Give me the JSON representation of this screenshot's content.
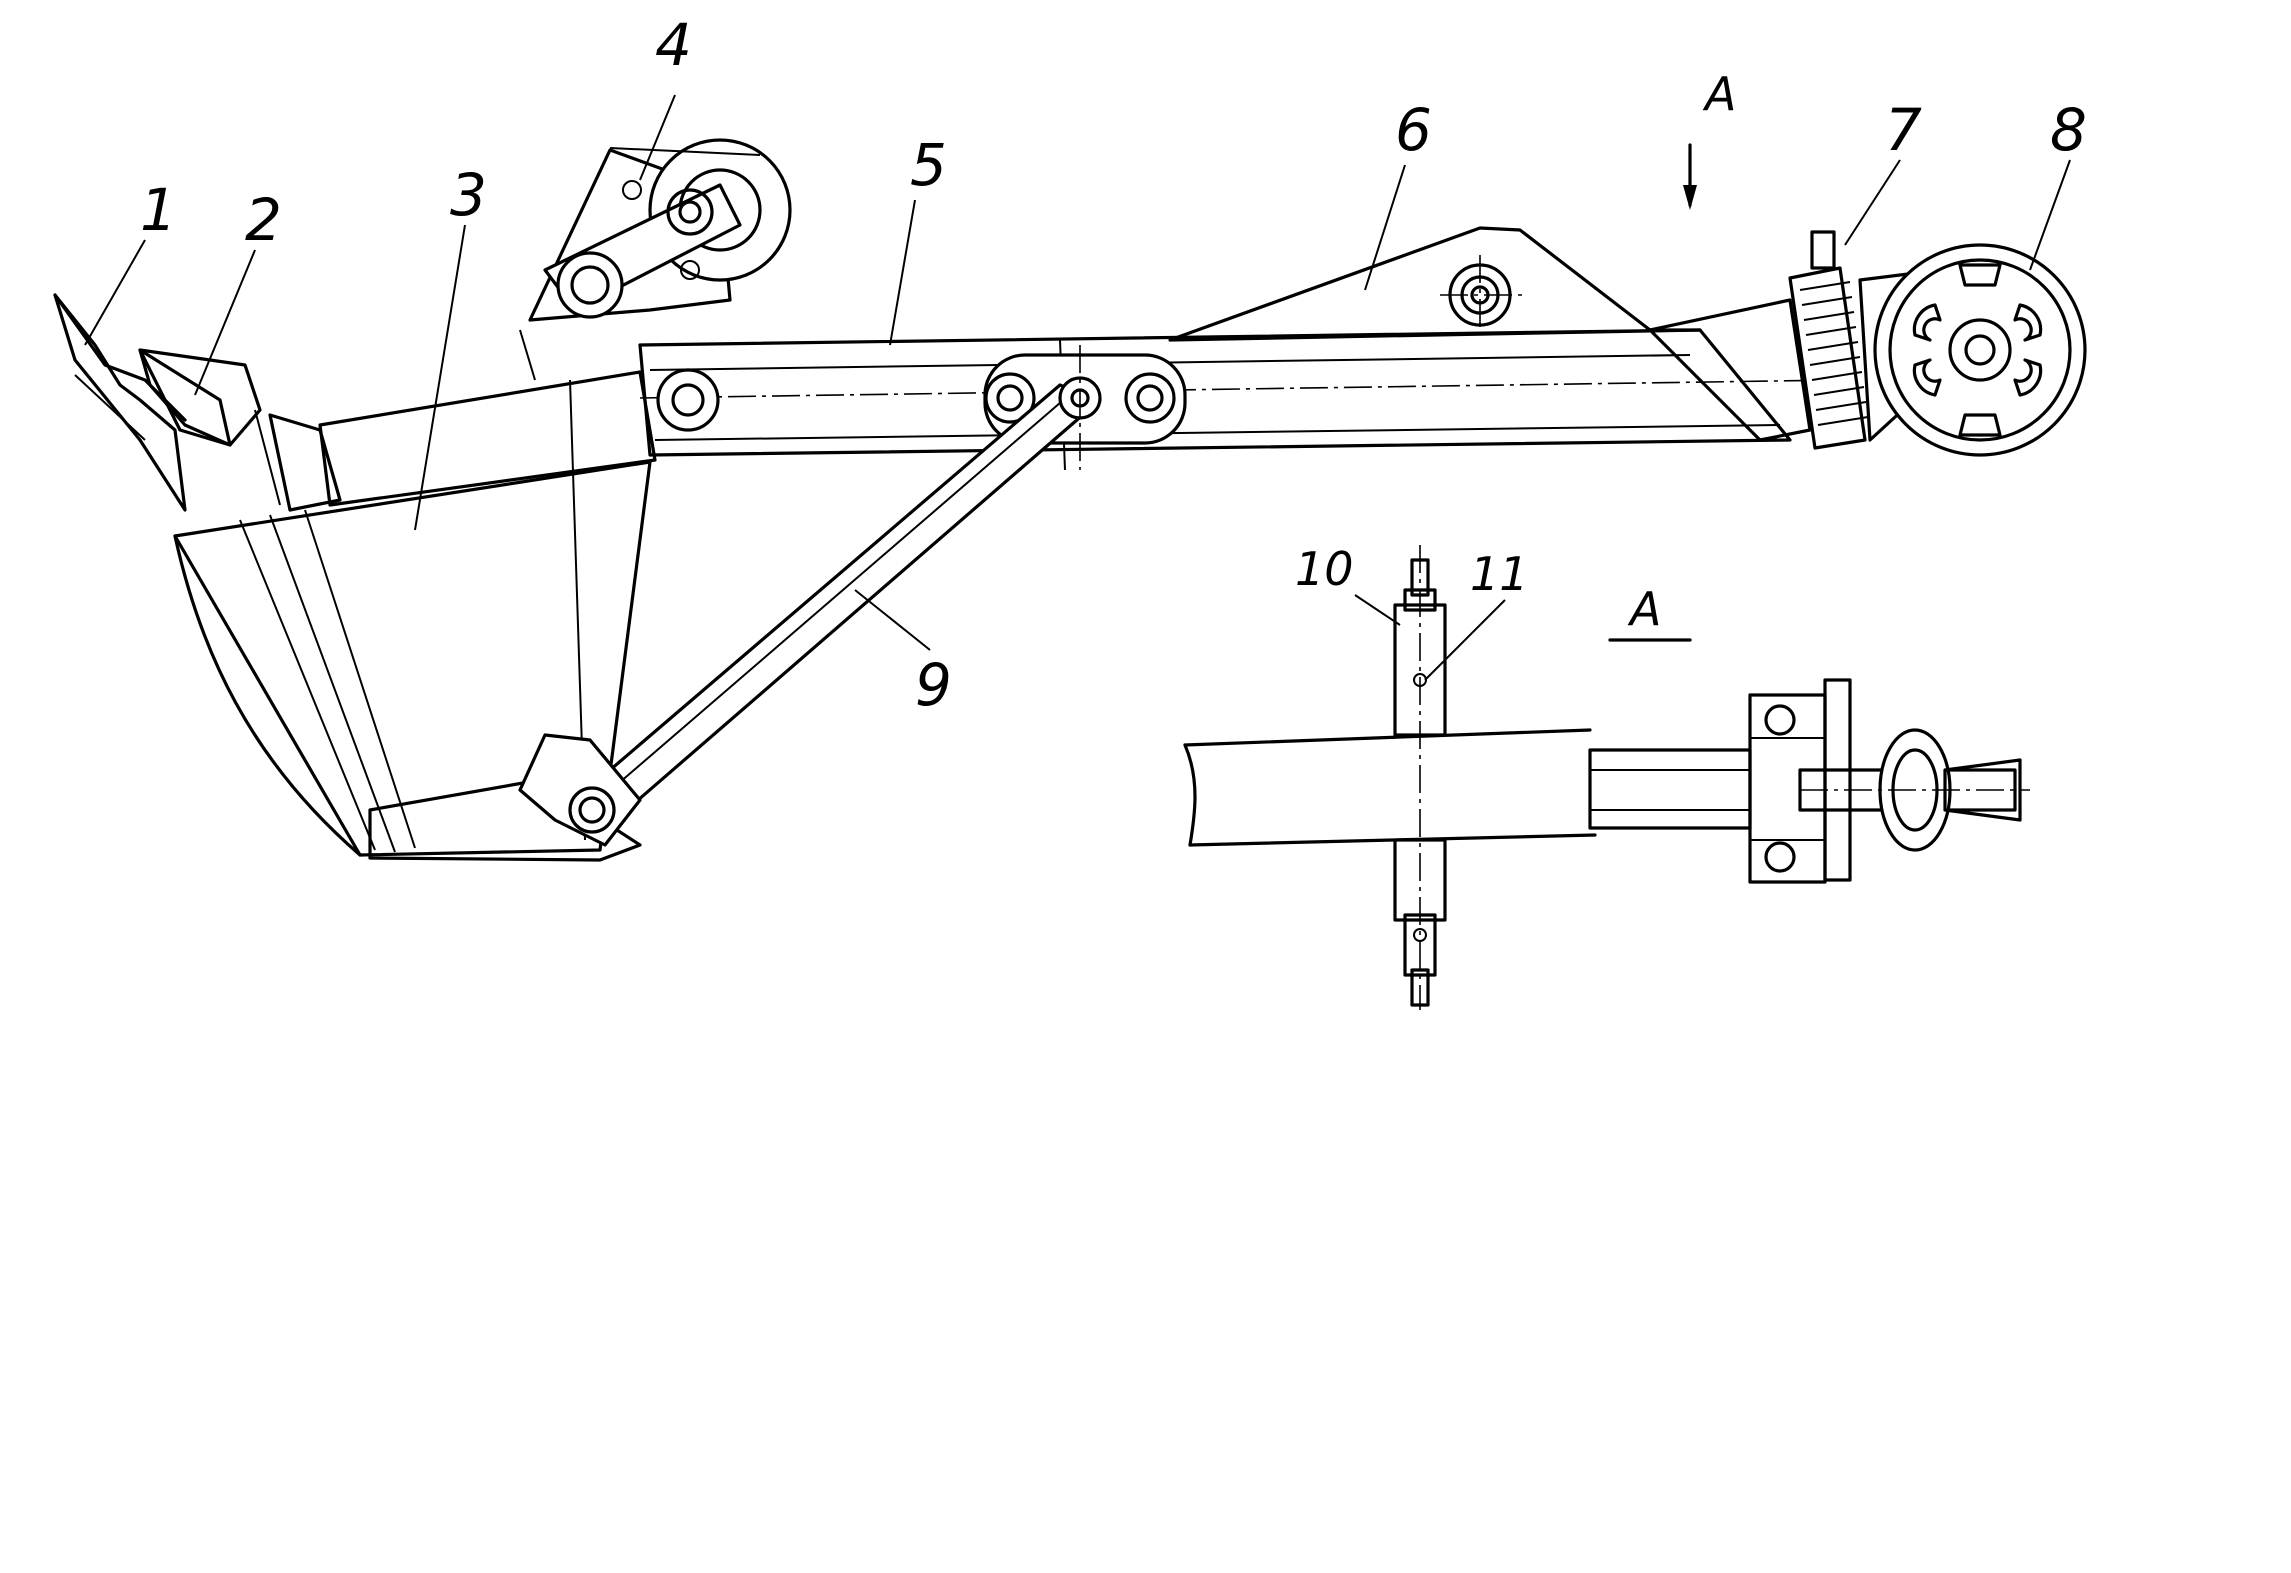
{
  "labels": {
    "l1": "1",
    "l2": "2",
    "l3": "3",
    "l4": "4",
    "l5": "5",
    "l6": "6",
    "l7": "7",
    "l8": "8",
    "l9": "9",
    "l10": "10",
    "l11": "11",
    "view_arrow": "A",
    "section_title": "A"
  },
  "colors": {
    "line": "#000000",
    "background": "#ffffff"
  }
}
